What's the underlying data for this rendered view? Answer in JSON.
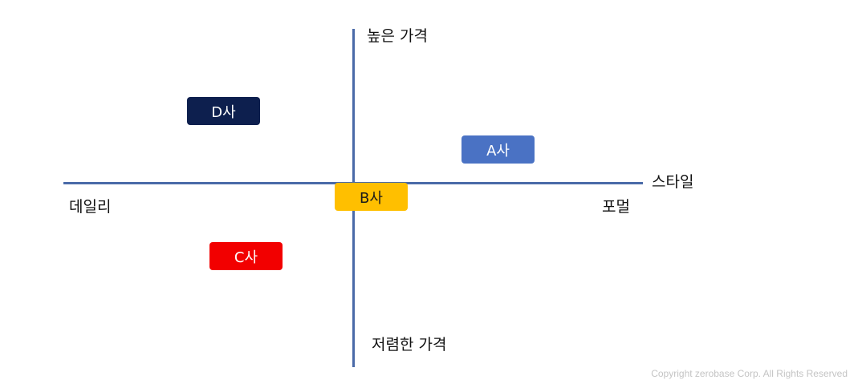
{
  "axes": {
    "top_label": "높은 가격",
    "bottom_label": "저렴한 가격",
    "left_label": "데일리",
    "right_label_upper": "스타일",
    "right_label_lower": "포멀"
  },
  "companies": [
    {
      "name": "D사",
      "color": "#0d1f4e",
      "quadrant": "top-left"
    },
    {
      "name": "A사",
      "color": "#4a72c4",
      "quadrant": "top-right"
    },
    {
      "name": "B사",
      "color": "#ffbf00",
      "quadrant": "center"
    },
    {
      "name": "C사",
      "color": "#f20000",
      "quadrant": "bottom-left"
    }
  ],
  "colors": {
    "axis": "#4a6aa8"
  },
  "footer": {
    "copyright": "Copyright zerobase Corp. All Rights Reserved"
  }
}
